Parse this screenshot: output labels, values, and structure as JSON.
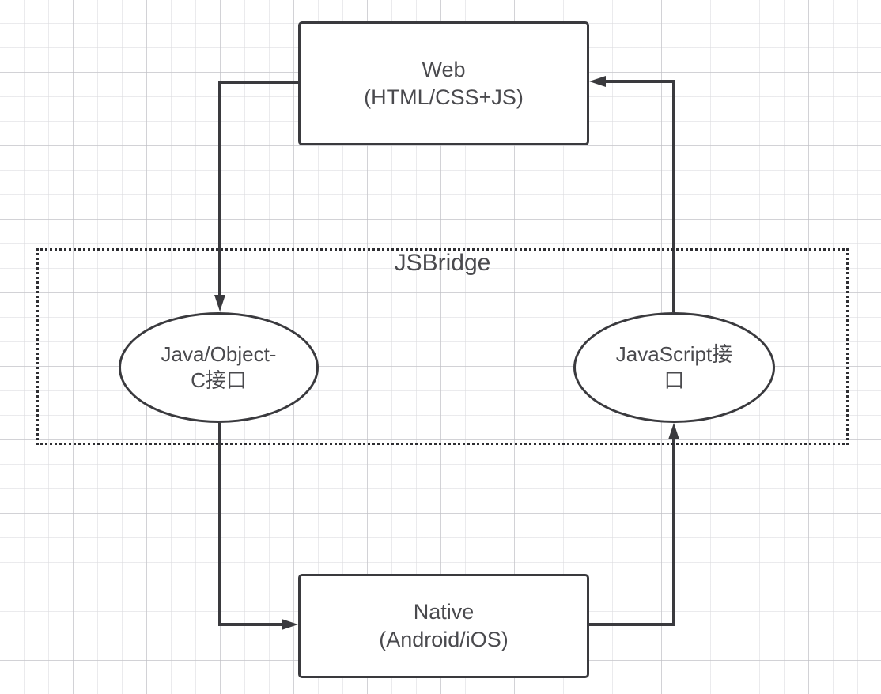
{
  "diagram": {
    "title": "JSBridge",
    "group": {
      "name": "jsbridge-group",
      "label": "JSBridge",
      "border_style": "dotted",
      "border_color": "#2e2e32"
    },
    "nodes": [
      {
        "id": "web",
        "shape": "rectangle",
        "line1": "Web",
        "line2": "(HTML/CSS+JS)"
      },
      {
        "id": "java-interface",
        "shape": "ellipse",
        "line1": "Java/Object-",
        "line2": "C接口"
      },
      {
        "id": "javascript-interface",
        "shape": "ellipse",
        "line1": "JavaScript接",
        "line2": "口"
      },
      {
        "id": "native",
        "shape": "rectangle",
        "line1": "Native",
        "line2": "(Android/iOS)"
      }
    ],
    "edges": [
      {
        "id": "web-to-java",
        "from": "web",
        "to": "java-interface",
        "direction": "down"
      },
      {
        "id": "java-to-native",
        "from": "java-interface",
        "to": "native",
        "direction": "right"
      },
      {
        "id": "native-to-javascript",
        "from": "native",
        "to": "javascript-interface",
        "direction": "up"
      },
      {
        "id": "javascript-to-web",
        "from": "javascript-interface",
        "to": "web",
        "direction": "left"
      }
    ],
    "colors": {
      "stroke": "#3a3a3e",
      "text": "#4a4a4e",
      "background": "#ffffff",
      "grid_minor": "#dadade",
      "grid_major": "#bebec3"
    }
  }
}
